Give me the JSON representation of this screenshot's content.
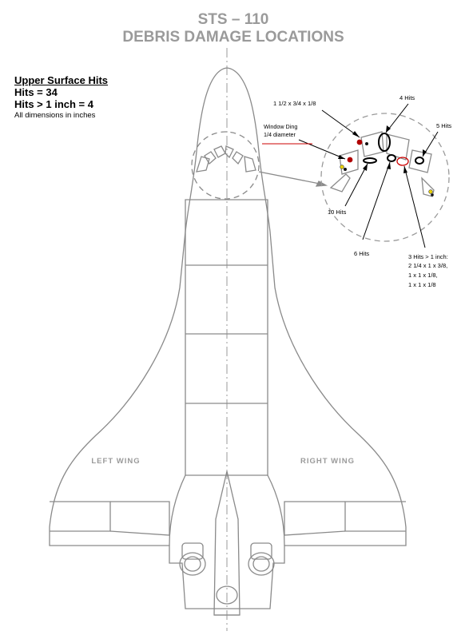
{
  "title": {
    "line1": "STS – 110",
    "line2": "DEBRIS DAMAGE LOCATIONS"
  },
  "legend": {
    "heading": "Upper Surface Hits",
    "hits": "Hits = 34",
    "hits_over_inch": "Hits > 1 inch = 4",
    "note": "All dimensions in inches"
  },
  "wings": {
    "left": "LEFT WING",
    "right": "RIGHT WING"
  },
  "callouts": {
    "dimension_top": "1 1/2 x 3/4 x 1/8",
    "four_hits": "4 Hits",
    "five_hits": "5 Hits",
    "window_ding_1": "Window Ding",
    "window_ding_2": "1/4 diameter",
    "ten_hits": "10 Hits",
    "six_hits": "6 Hits",
    "three_hits_1": "3 Hits > 1 inch:",
    "three_hits_2": "2 1/4 x 1 x 3/8,",
    "three_hits_3": "1 x 1 x 1/8,",
    "three_hits_4": "1 x 1 x 1/8"
  },
  "colors": {
    "outline": "#8a8a8a",
    "title": "#9a9a9a",
    "damage_red": "#b00000",
    "damage_yellow": "#e8d000",
    "underline_red": "#cc0000"
  }
}
